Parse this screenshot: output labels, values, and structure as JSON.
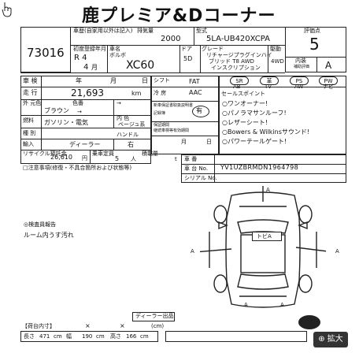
{
  "header": {
    "title": "鹿プレミア&Dコーナー"
  },
  "lot": {
    "lot_number": "73016"
  },
  "top_row": {
    "vehicle_type_label": "車歴(自家用以外は記入)",
    "displacement_label": "排気量",
    "displacement": "2000",
    "model_label": "型式",
    "model": "5LA-UB420XCPA",
    "rating_label": "評価点",
    "rating": "5"
  },
  "second_row": {
    "first_reg_label": "初度登録年月",
    "first_reg_year": "R 4",
    "first_reg_month": "4",
    "first_reg_month_unit": "月",
    "make_label": "車名",
    "make": "ボルボ",
    "car_name": "XC60",
    "doors_label": "ドア",
    "doors": "5D",
    "grade_label": "グレード",
    "grade_line1": "リチャージプラグインハイ",
    "grade_line2": "ブリッド T8 AWD",
    "grade_line3": "インスクリプション",
    "drive_label": "駆動",
    "drive": "4WD",
    "interior_label": "内装",
    "interior_sub": "補助評価",
    "interior_grade": "A"
  },
  "inspection": {
    "label": "車 検",
    "year_unit": "年",
    "month_unit": "月",
    "day_unit": "日"
  },
  "mileage": {
    "label": "走 行",
    "value": "21,693",
    "unit": "km"
  },
  "color": {
    "outer_label": "外 元色",
    "color_no_label": "色番",
    "color_no_hint": "→",
    "color_name": "ブラウン",
    "color_change": "→",
    "inner_label": "内 色",
    "inner_value": "ベージュ系"
  },
  "fuel": {
    "label": "燃料",
    "value": "ガソリン・電気",
    "type_label": "種 別"
  },
  "import": {
    "label": "輸入",
    "value": "ディーラー",
    "handle_label": "ハンドル",
    "handle": "右"
  },
  "recycle": {
    "label": "リサイクル預託金",
    "value": "26,610",
    "unit": "円",
    "capacity_label": "乗車定員",
    "capacity": "5",
    "capacity_unit": "人",
    "load_label": "積載量",
    "load_unit": "t"
  },
  "notes": {
    "label": "□注意事項(修復・不具合箇所および状態等)"
  },
  "equipment": {
    "shift_label": "シフト",
    "shift": "FAT",
    "ac_label": "冷 房",
    "ac": "AAC",
    "manual_label": "新車保証書取扱説明書",
    "manual_value": "有",
    "record_label": "記録簿",
    "warranty_label": "保証期間",
    "warranty_period_label": "継続車検等有効期間",
    "month_unit": "月",
    "day_unit": "日",
    "opts": [
      "SR",
      "革",
      "PS",
      "PW",
      "AB",
      "TV",
      "AW",
      "ナビ"
    ]
  },
  "sales_points": {
    "label": "セールスポイント",
    "items": [
      "ワンオーナー!",
      "パノラマサンルーフ!",
      "レザーシート!",
      "Bowers & Wilkinsサウンド!",
      "パワーテールゲート!"
    ]
  },
  "id_section": {
    "register_label": "車 番",
    "chassis_label": "車 台 No.",
    "chassis": "YV1UZBRMDN1964798",
    "serial_label": "シリアル No."
  },
  "inspector": {
    "label": "◎検査員報告",
    "comment": "ルーム内うす汚れ"
  },
  "diagram": {
    "left_mark": "A",
    "right_mark": "A",
    "center_mark": "トビA",
    "top_mark": "A",
    "bottom_left_mark": "A",
    "bottom_right_mark": "A",
    "bottom_label": "ディーラー出品"
  },
  "dimensions": {
    "label": "【荷台内寸】",
    "x1": "×",
    "x2": "×",
    "unit": "(cm)",
    "length_label": "長さ",
    "length": "471",
    "width_label": "幅",
    "width": "190",
    "height_label": "高さ",
    "height": "166",
    "unit_cm": "cm"
  },
  "ui": {
    "zoom_label": "⊕ 拡大"
  }
}
